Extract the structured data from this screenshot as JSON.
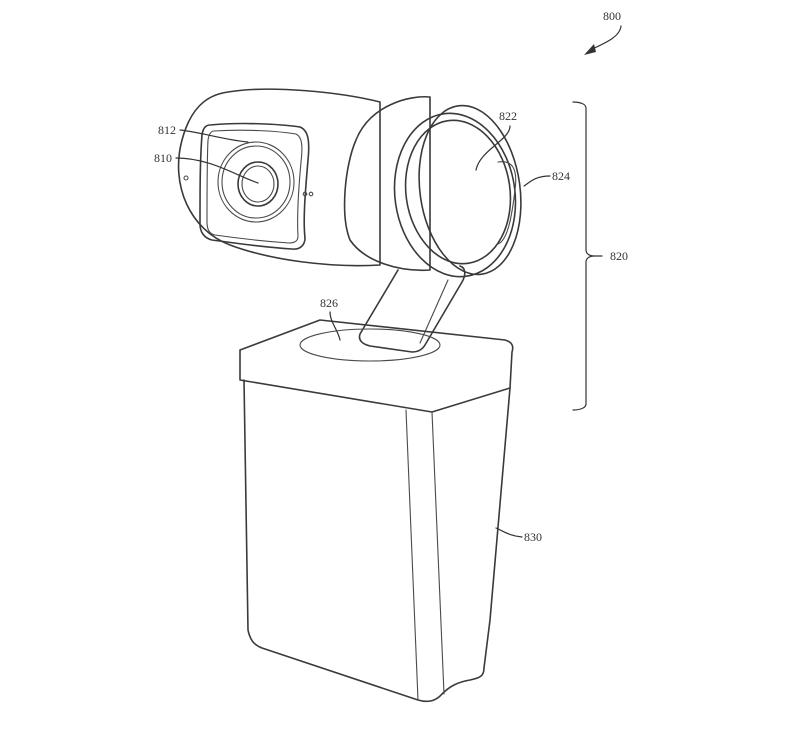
{
  "figure": {
    "type": "patent-line-drawing",
    "subject": "camera device with rotatable camera head on base",
    "reference_numerals": {
      "device": "800",
      "lens": "810",
      "lens_window": "812",
      "camera_head_assembly": "820",
      "end_cap": "822",
      "ring": "824",
      "pivot_recess": "826",
      "base": "830"
    },
    "colors": {
      "line": "#3a3a3a",
      "background": "#ffffff"
    }
  }
}
